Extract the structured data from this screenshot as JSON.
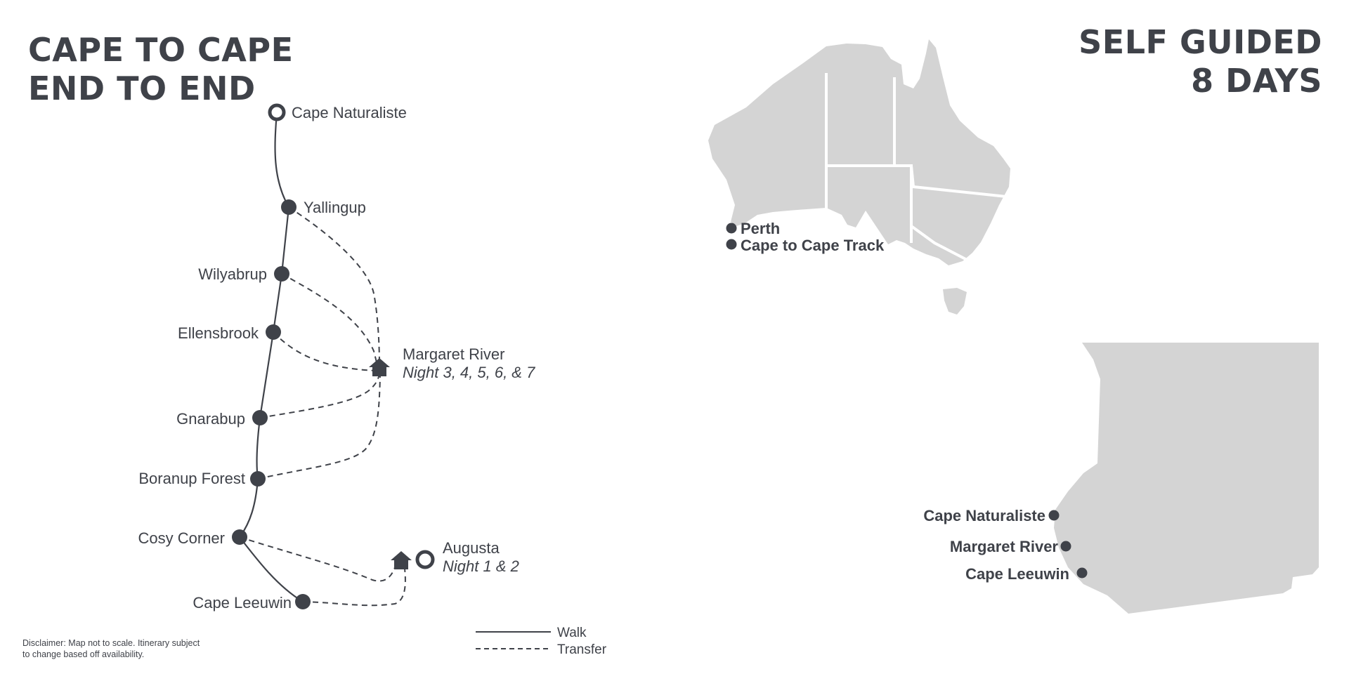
{
  "title_left": {
    "line1": "CAPE TO CAPE",
    "line2": "END TO END"
  },
  "title_right": {
    "line1": "SELF GUIDED",
    "line2": "8 DAYS"
  },
  "route": {
    "stops": [
      {
        "name": "Cape Naturaliste",
        "marker": "ring"
      },
      {
        "name": "Yallingup",
        "marker": "dot"
      },
      {
        "name": "Wilyabrup",
        "marker": "dot"
      },
      {
        "name": "Ellensbrook",
        "marker": "dot"
      },
      {
        "name": "Gnarabup",
        "marker": "dot"
      },
      {
        "name": "Boranup Forest",
        "marker": "dot"
      },
      {
        "name": "Cosy Corner",
        "marker": "dot"
      },
      {
        "name": "Cape Leeuwin",
        "marker": "dot"
      }
    ],
    "bases": [
      {
        "name": "Margaret River",
        "nights": "Night 3, 4, 5, 6, & 7",
        "icon": "house-icon"
      },
      {
        "name": "Augusta",
        "nights": "Night 1 & 2",
        "icon": "house-icon"
      }
    ]
  },
  "legend": {
    "walk": "Walk",
    "transfer": "Transfer"
  },
  "australia_map": {
    "perth": "Perth",
    "track": "Cape to Cape Track"
  },
  "region_map": {
    "cape_naturaliste": "Cape Naturaliste",
    "margaret_river": "Margaret River",
    "cape_leeuwin": "Cape Leeuwin"
  },
  "disclaimer": {
    "line1": "Disclaimer: Map not to scale. Itinerary subject",
    "line2": "to change based off availability."
  },
  "colors": {
    "ink": "#3f4249",
    "land": "#d4d4d4"
  }
}
